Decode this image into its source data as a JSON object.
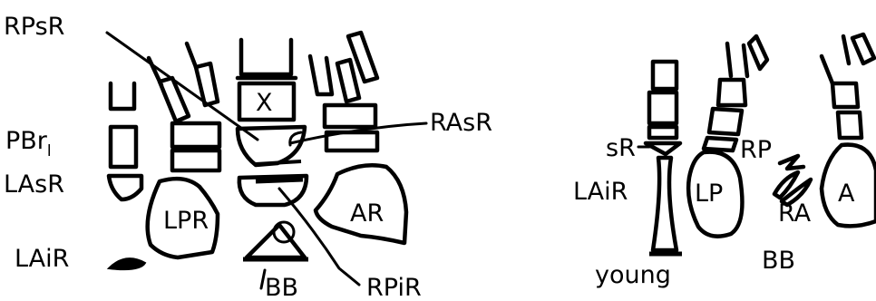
{
  "labels": {
    "rpsr": "RPsR",
    "pbr_main": "PBr",
    "pbr_sub": "l",
    "lasr": "LAsR",
    "lair_left": "LAiR",
    "x": "X",
    "lpr": "LPR",
    "ar": "AR",
    "rasr": "RAsR",
    "bb_left": "BB",
    "rpir": "RPiR",
    "sr": "sR",
    "lair_right": "LAiR",
    "lp": "LP",
    "rp": "RP",
    "ra": "RA",
    "a": "A",
    "bb_right": "BB",
    "young": "young"
  }
}
